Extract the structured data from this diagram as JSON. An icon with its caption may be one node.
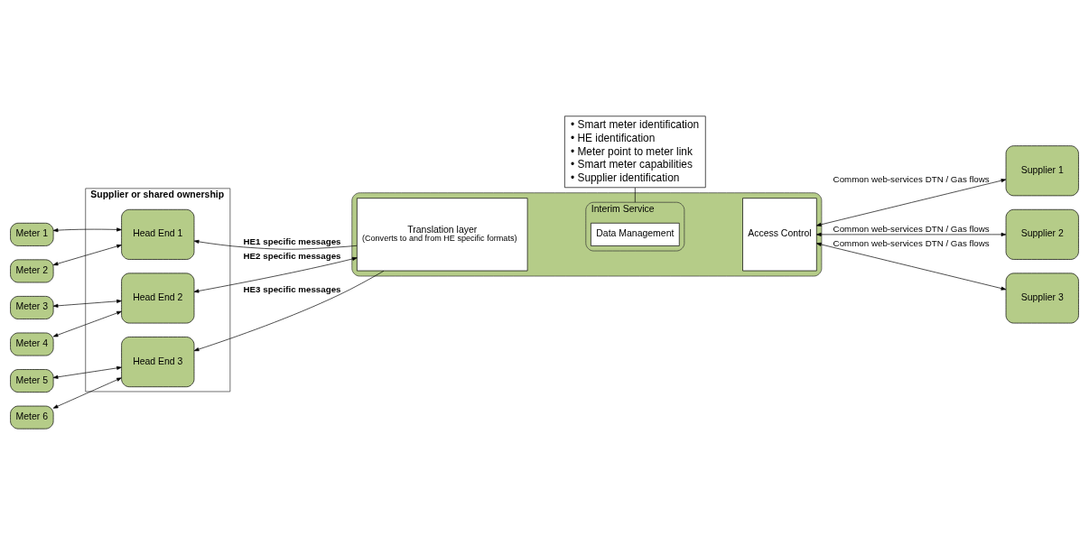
{
  "diagram": {
    "nodes": [
      {
        "text": [
          "Supplier or shared ownership"
        ]
      },
      {
        "text": [
          "Head End 1"
        ],
        "in": 0
      },
      {
        "text": [
          "Head End 2"
        ],
        "in": 0
      },
      {
        "text": [
          "Head End 3"
        ],
        "in": 0
      },
      {
        "text": [
          "Meter 1"
        ]
      },
      {
        "text": [
          "Meter 2"
        ]
      },
      {
        "text": [
          "Meter 3"
        ]
      },
      {
        "text": [
          "Meter 4"
        ]
      },
      {
        "text": [
          "Meter 5"
        ]
      },
      {
        "text": [
          "Meter 6"
        ]
      },
      {
        "text": [],
        "shape": "box"
      },
      {
        "text": [
          "Translation layer",
          "(Converts to and from HE specific formats)"
        ],
        "in": 10
      },
      {
        "text": [
          "Interim Service"
        ],
        "in": 10
      },
      {
        "text": [
          "Data Management"
        ],
        "in": 12
      },
      {
        "text": [
          "Access Control"
        ],
        "in": 10
      },
      {
        "text": [
          "• Smart meter identification",
          "• HE identification",
          "• Meter point to meter link",
          "• Smart meter capabilities",
          "• Supplier identification"
        ]
      },
      {
        "text": [
          "Supplier 1"
        ]
      },
      {
        "text": [
          "Supplier 2"
        ]
      },
      {
        "text": [
          "Supplier 3"
        ]
      }
    ],
    "edges": [
      {
        "from": 4,
        "to": 1,
        "arrow": "both"
      },
      {
        "from": 5,
        "to": 1,
        "arrow": "both"
      },
      {
        "from": 6,
        "to": 2,
        "arrow": "both"
      },
      {
        "from": 7,
        "to": 2,
        "arrow": "both"
      },
      {
        "from": 8,
        "to": 3,
        "arrow": "both"
      },
      {
        "from": 9,
        "to": 3,
        "arrow": "both"
      },
      {
        "from": 11,
        "to": 1,
        "arrow": "to",
        "label": "HE1 specific messages"
      },
      {
        "from": 2,
        "to": 11,
        "arrow": "both",
        "label": "HE2 specific messages"
      },
      {
        "from": 11,
        "to": 3,
        "arrow": "to",
        "label": "HE3 specific messages"
      },
      {
        "from": 14,
        "to": 16,
        "arrow": "both",
        "label": "Common web-services DTN / Gas flows"
      },
      {
        "from": 14,
        "to": 17,
        "arrow": "both",
        "label": "Common web-services DTN / Gas flows"
      },
      {
        "from": 14,
        "to": 18,
        "arrow": "both",
        "label": "Common web-services DTN / Gas flows"
      },
      {
        "from": 12,
        "to": 15,
        "arrow": "none"
      }
    ]
  }
}
